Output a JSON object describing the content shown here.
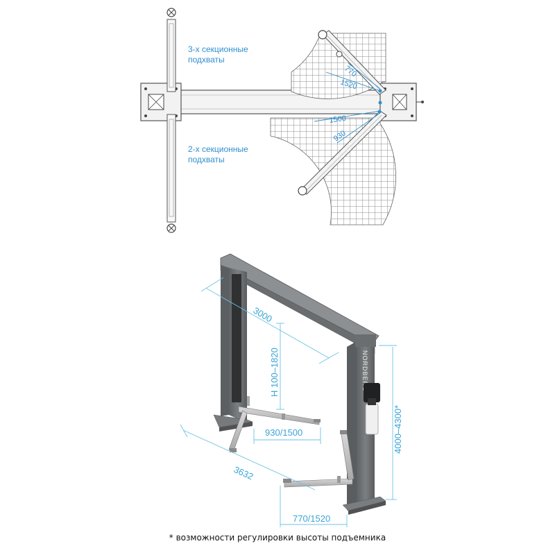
{
  "top_view": {
    "label_three_section": [
      "3-х секционные",
      "подхваты"
    ],
    "label_two_section": [
      "2-х секционные",
      "подхваты"
    ],
    "dims": {
      "upper_short": "770",
      "upper_long": "1520",
      "lower_long": "1500",
      "lower_short": "930"
    }
  },
  "iso_view": {
    "brand": "NORDBERG",
    "dims": {
      "width_inside": "3000",
      "lift_height": "H 100–1820",
      "arm_front": "930/1500",
      "overall_width": "3632",
      "column_height": "4000–4300*",
      "arm_rear": "770/1520"
    }
  },
  "footnote": "* возможности регулировки высоты подъемника",
  "colors": {
    "dimension_blue": "#2f8fcf",
    "column_gray": "#6f7274",
    "line_gray": "#8a8a8a"
  }
}
